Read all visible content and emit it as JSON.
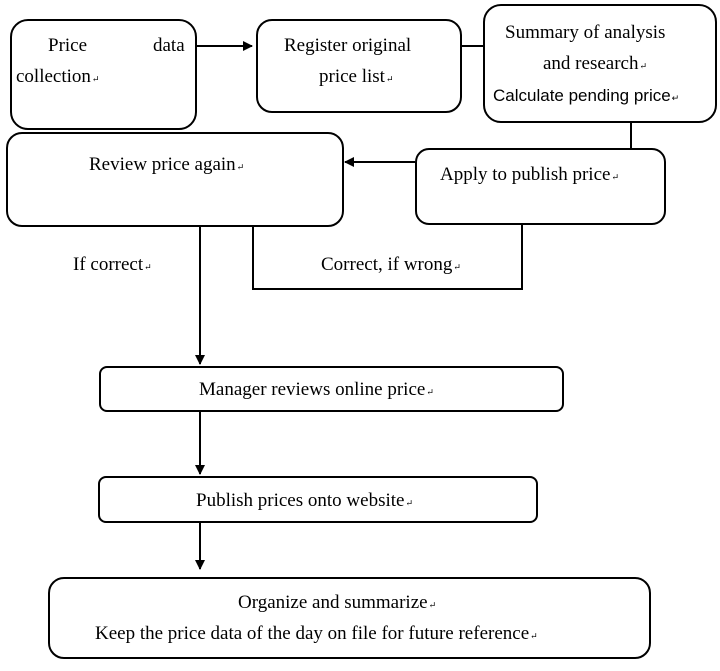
{
  "nodes": {
    "price_data_collection": {
      "word1": "Price",
      "word2": "data",
      "line2": "collection"
    },
    "register_price_list": {
      "line1": "Register original",
      "line2": "price list"
    },
    "summary": {
      "line1": "Summary of analysis",
      "line2": "and research",
      "line3": "Calculate pending price"
    },
    "review_again": {
      "label": "Review price again"
    },
    "apply_publish": {
      "label": "Apply to publish price"
    },
    "manager_reviews": {
      "label": "Manager reviews online price"
    },
    "publish_website": {
      "label": "Publish prices onto website"
    },
    "organize": {
      "line1": "Organize and summarize",
      "line2": "Keep the price data of the day on file for future reference"
    }
  },
  "edge_labels": {
    "if_correct": "If correct",
    "correct_if_wrong": "Correct, if wrong"
  },
  "paragraph_mark": "↵"
}
